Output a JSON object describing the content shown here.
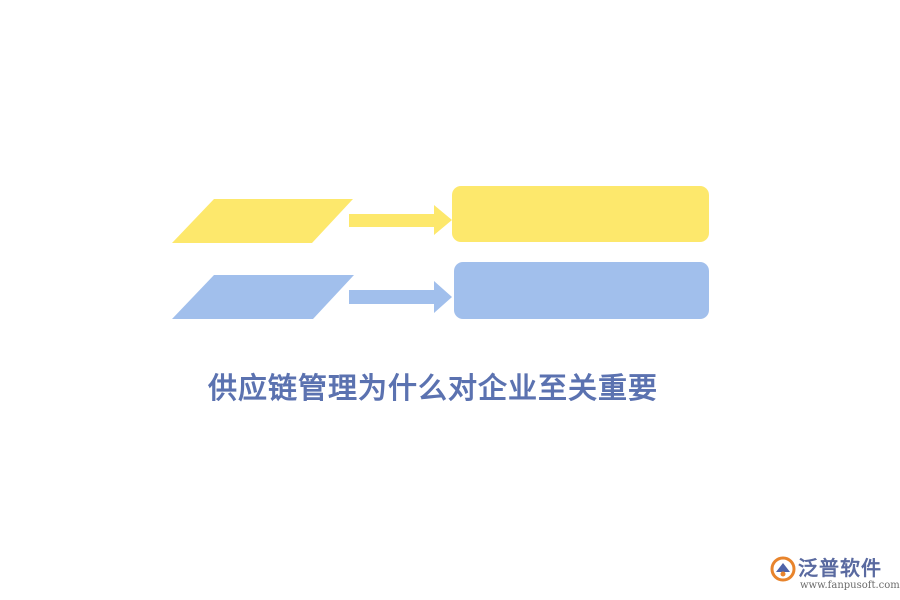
{
  "title": "供应链管理为什么对企业至关重要",
  "colors": {
    "title": "#5b72b0",
    "yellow": "#fde86c",
    "blue": "#a1bfec",
    "background": "#ffffff"
  },
  "rows": [
    {
      "color_key": "yellow"
    },
    {
      "color_key": "blue"
    }
  ],
  "logo": {
    "name": "泛普软件",
    "url": "www.fanpusoft.com",
    "icon": "fanpu-logo-icon"
  }
}
